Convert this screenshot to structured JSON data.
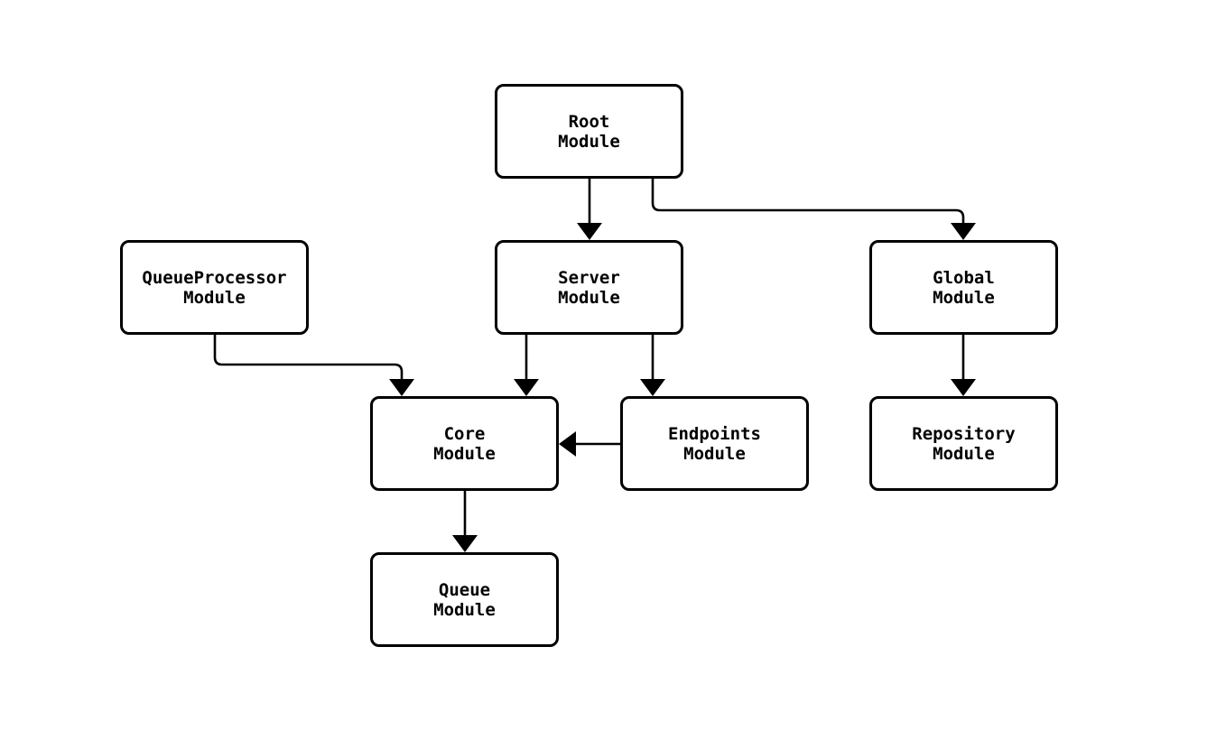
{
  "diagram": {
    "type": "flowchart",
    "direction": "top-down",
    "background_color": "#ffffff",
    "node_fill_color": "#ffffff",
    "node_border_color": "#000000",
    "edge_color": "#000000",
    "text_color": "#000000",
    "nodes": [
      {
        "id": "root",
        "label": "Root\nModule"
      },
      {
        "id": "queueprocessor",
        "label": "QueueProcessor\nModule"
      },
      {
        "id": "server",
        "label": "Server\nModule"
      },
      {
        "id": "global",
        "label": "Global\nModule"
      },
      {
        "id": "core",
        "label": "Core\nModule"
      },
      {
        "id": "endpoints",
        "label": "Endpoints\nModule"
      },
      {
        "id": "repository",
        "label": "Repository\nModule"
      },
      {
        "id": "queue",
        "label": "Queue\nModule"
      }
    ],
    "edges": [
      {
        "from": "root",
        "to": "server"
      },
      {
        "from": "root",
        "to": "global"
      },
      {
        "from": "queueprocessor",
        "to": "core"
      },
      {
        "from": "server",
        "to": "core"
      },
      {
        "from": "server",
        "to": "endpoints"
      },
      {
        "from": "endpoints",
        "to": "core"
      },
      {
        "from": "global",
        "to": "repository"
      },
      {
        "from": "core",
        "to": "queue"
      }
    ]
  }
}
